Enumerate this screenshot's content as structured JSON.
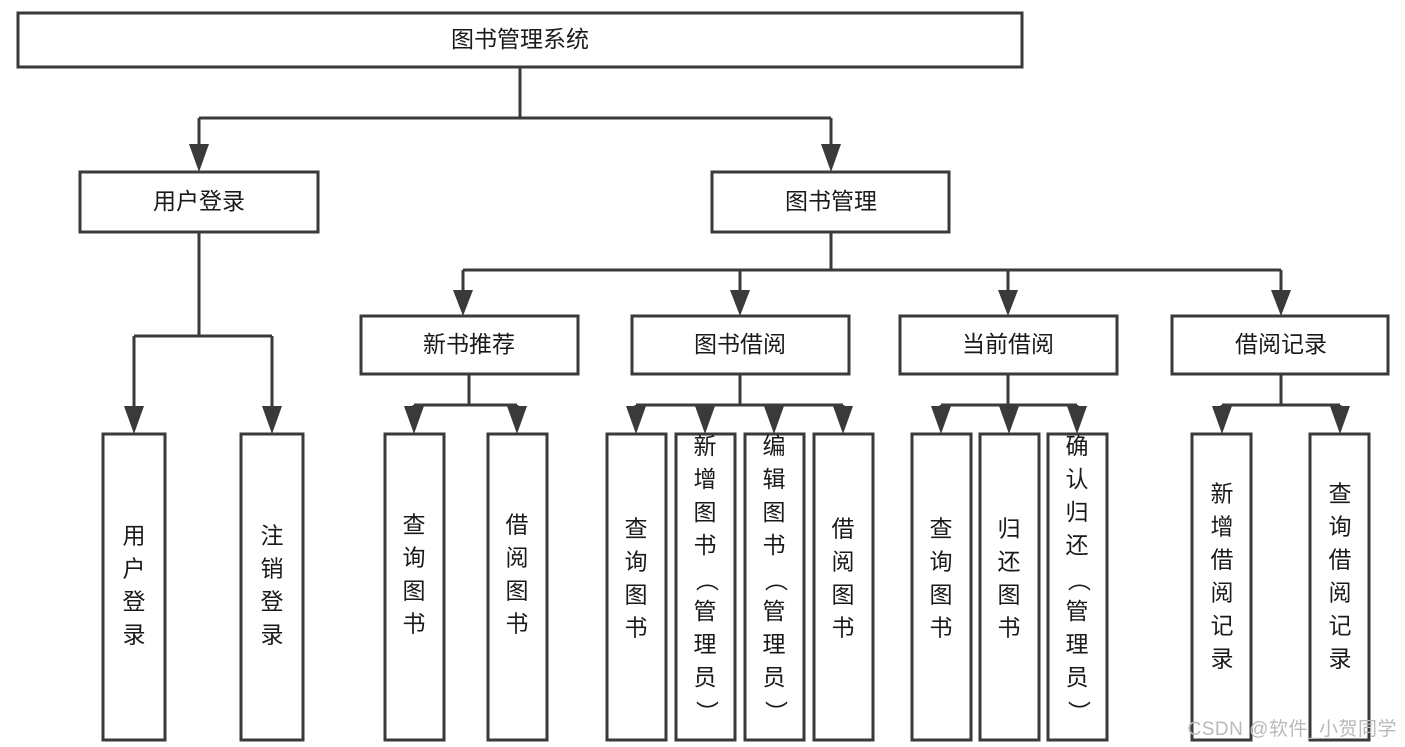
{
  "diagram": {
    "type": "tree-hierarchy-chart",
    "title": "图书管理系统",
    "watermark": "CSDN @软件_小贺同学",
    "colors": {
      "box_fill": "#ffffff",
      "box_stroke": "#3a3a3a",
      "connector": "#3a3a3a",
      "text": "#1a1a1a",
      "watermark": "#b9b9b9",
      "background": "#ffffff"
    },
    "levels": {
      "level1": [
        {
          "id": "root",
          "label": "图书管理系统",
          "orientation": "horizontal"
        }
      ],
      "level2": [
        {
          "id": "user-login",
          "label": "用户登录",
          "orientation": "horizontal",
          "parent": "root"
        },
        {
          "id": "book-management",
          "label": "图书管理",
          "orientation": "horizontal",
          "parent": "root"
        }
      ],
      "level3": [
        {
          "id": "new-book-recommend",
          "label": "新书推荐",
          "orientation": "horizontal",
          "parent": "book-management"
        },
        {
          "id": "book-borrow",
          "label": "图书借阅",
          "orientation": "horizontal",
          "parent": "book-management"
        },
        {
          "id": "current-borrow",
          "label": "当前借阅",
          "orientation": "horizontal",
          "parent": "book-management"
        },
        {
          "id": "borrow-record",
          "label": "借阅记录",
          "orientation": "horizontal",
          "parent": "book-management"
        }
      ],
      "level4": [
        {
          "id": "leaf-user-login",
          "label": "用户登录",
          "orientation": "vertical",
          "parent": "user-login"
        },
        {
          "id": "leaf-logout-login",
          "label": "注销登录",
          "orientation": "vertical",
          "parent": "user-login"
        },
        {
          "id": "leaf-query-book-1",
          "label": "查询图书",
          "orientation": "vertical",
          "parent": "new-book-recommend"
        },
        {
          "id": "leaf-borrow-book-1",
          "label": "借阅图书",
          "orientation": "vertical",
          "parent": "new-book-recommend"
        },
        {
          "id": "leaf-query-book-2",
          "label": "查询图书",
          "orientation": "vertical",
          "parent": "book-borrow"
        },
        {
          "id": "leaf-add-book",
          "label": "新增图书（管理员）",
          "orientation": "vertical",
          "parent": "book-borrow"
        },
        {
          "id": "leaf-edit-book",
          "label": "编辑图书（管理员）",
          "orientation": "vertical",
          "parent": "book-borrow"
        },
        {
          "id": "leaf-borrow-book-2",
          "label": "借阅图书",
          "orientation": "vertical",
          "parent": "book-borrow"
        },
        {
          "id": "leaf-query-book-3",
          "label": "查询图书",
          "orientation": "vertical",
          "parent": "current-borrow"
        },
        {
          "id": "leaf-return-book",
          "label": "归还图书",
          "orientation": "vertical",
          "parent": "current-borrow"
        },
        {
          "id": "leaf-confirm-return",
          "label": "确认归还（管理员）",
          "orientation": "vertical",
          "parent": "current-borrow"
        },
        {
          "id": "leaf-add-record",
          "label": "新增借阅记录",
          "orientation": "vertical",
          "parent": "borrow-record"
        },
        {
          "id": "leaf-query-record",
          "label": "查询借阅记录",
          "orientation": "vertical",
          "parent": "borrow-record"
        }
      ]
    }
  }
}
